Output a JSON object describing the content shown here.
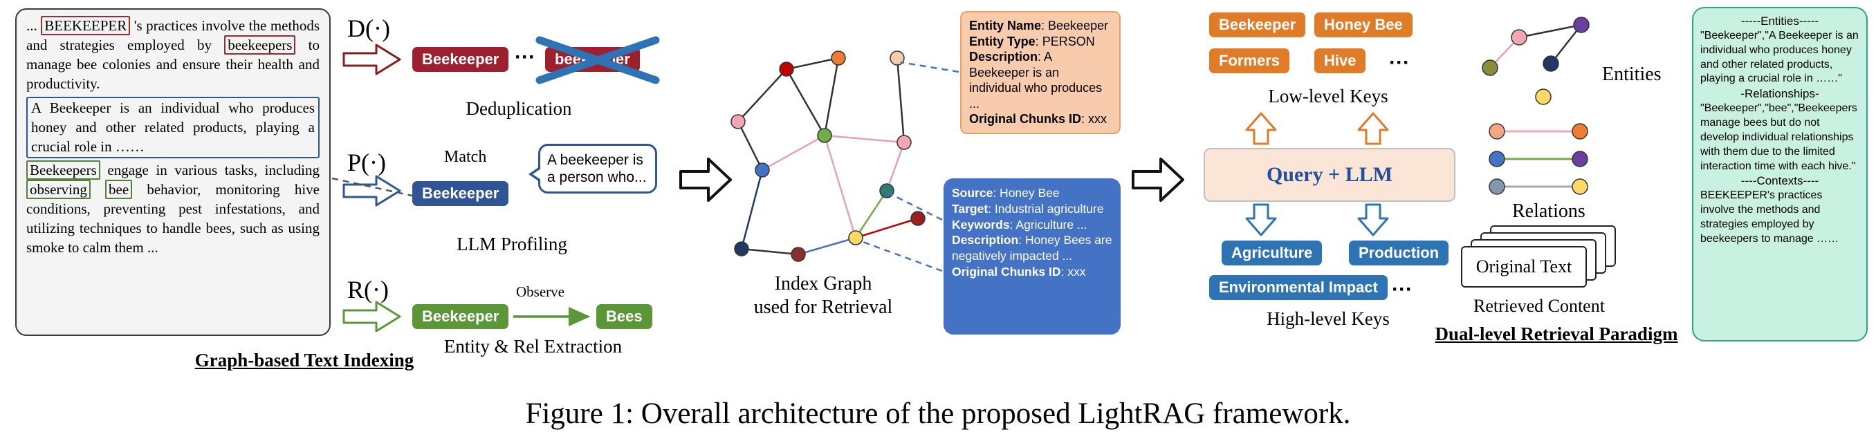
{
  "figure_caption": "Figure 1: Overall architecture of the proposed LightRAG framework.",
  "colors": {
    "dedup_red": "#9E1F2E",
    "profile_blue": "#2F5597",
    "extract_green": "#5B9638",
    "low_key_orange": "#E07B28",
    "high_key_blue": "#2E74B5",
    "entity_card_fill": "#F8CBAD",
    "relation_card_fill": "#4472C4",
    "query_box_fill": "#FBE5D6",
    "output_card_fill": "#C9F1E2"
  },
  "source_document": {
    "para1_segments": [
      {
        "text": "... "
      },
      {
        "text": "BEEKEEPER",
        "box": "red"
      },
      {
        "text": " 's practices involve the methods and strategies employed by "
      },
      {
        "text": "beekeepers",
        "box": "red"
      },
      {
        "text": " to manage bee colonies and ensure their health and productivity."
      }
    ],
    "para2_boxed": "A Beekeeper is an individual who produces honey and other related products, playing a crucial role in ……",
    "para3_segments": [
      {
        "text": "Beekeepers",
        "box": "green"
      },
      {
        "text": " engage in various tasks, including "
      },
      {
        "text": "observing",
        "box": "green"
      },
      {
        "text": " "
      },
      {
        "text": "bee",
        "box": "green"
      },
      {
        "text": " behavior, monitoring hive conditions, preventing pest infestations, and utilizing techniques to handle bees, such as using smoke to calm them ..."
      }
    ]
  },
  "indexing": {
    "section_label": "Graph-based Text Indexing",
    "dedup_op": "D(·)",
    "dedup_badge1": "Beekeeper",
    "dedup_dots": "···",
    "dedup_badge2": "beekeeper",
    "dedup_label": "Deduplication",
    "profile_op": "P(·)",
    "profile_badge": "Beekeeper",
    "match_label": "Match",
    "profile_bubble": "A beekeeper is a person who...",
    "profile_label": "LLM Profiling",
    "extract_op": "R(·)",
    "extract_badge1": "Beekeeper",
    "extract_edge_label": "Observe",
    "extract_badge2": "Bees",
    "extract_label": "Entity & Rel Extraction"
  },
  "index_graph": {
    "label_line1": "Index Graph",
    "label_line2": "used for Retrieval"
  },
  "entity_card": {
    "fields": [
      {
        "key": "Entity Name",
        "value": ": Beekeeper"
      },
      {
        "key": "Entity Type",
        "value": ": PERSON"
      },
      {
        "key": "Description",
        "value": ": A Beekeeper is an individual who produces ..."
      },
      {
        "key": "Original Chunks ID",
        "value": ": xxx"
      }
    ]
  },
  "relation_card": {
    "fields": [
      {
        "key": "Source",
        "value": ": Honey Bee"
      },
      {
        "key": "Target",
        "value": ": Industrial agriculture"
      },
      {
        "key": "Keywords",
        "value": ": Agriculture ..."
      },
      {
        "key": "Description",
        "value": ": Honey Bees are negatively impacted ..."
      },
      {
        "key": "Original Chunks ID",
        "value": ": xxx"
      }
    ]
  },
  "dual_retrieval": {
    "low_keys": [
      "Beekeeper",
      "Honey Bee",
      "Formers",
      "Hive"
    ],
    "low_dots": "···",
    "low_label": "Low-level Keys",
    "query_llm": "Query + LLM",
    "high_keys": [
      "Agriculture",
      "Production",
      "Environmental Impact"
    ],
    "high_dots": "···",
    "high_label": "High-level Keys",
    "entities_label": "Entities",
    "relations_label": "Relations",
    "original_text_label": "Original Text",
    "retrieved_label": "Retrieved Content",
    "section_label": "Dual-level Retrieval Paradigm"
  },
  "output_card": {
    "entities_header": "-----Entities-----",
    "entities_text": "\"Beekeeper\",\"A Beekeeper is an individual who produces honey and other related products, playing a crucial role in ……\"",
    "relationships_header": "-Relationships-",
    "relationships_text": "\"Beekeeper\",\"bee\",\"Beekeepers manage bees but do not develop individual relationships with them due to the limited interaction time with each hive.\"",
    "contexts_header": "----Contexts----",
    "contexts_text": "BEEKEEPER's practices involve the methods and strategies employed by beekeepers to manage ……"
  }
}
